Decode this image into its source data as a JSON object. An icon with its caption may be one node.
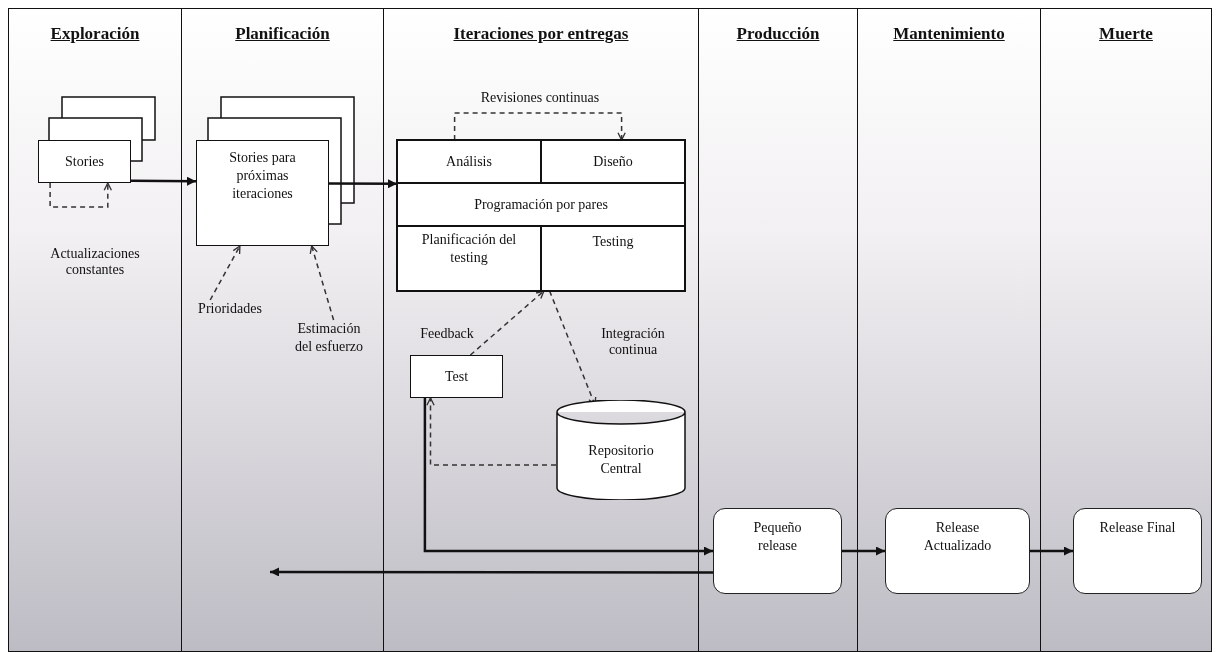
{
  "diagram": {
    "nodes": [
      {
        "text": [
          "Exploración"
        ]
      },
      {
        "text": [
          "Planificación"
        ]
      },
      {
        "text": [
          "Iteraciones por entregas"
        ]
      },
      {
        "text": [
          "Producción"
        ]
      },
      {
        "text": [
          "Mantenimiento"
        ]
      },
      {
        "text": [
          "Muerte"
        ]
      },
      {
        "text": [
          "Stories"
        ],
        "in": 0
      },
      {
        "text": [
          "Stories para próximas iteraciones"
        ],
        "in": 1
      },
      {
        "text": [
          "Prioridades"
        ],
        "in": 1
      },
      {
        "text": [
          "Estimación del esfuerzo"
        ],
        "in": 1
      },
      {
        "text": [],
        "shape": "box",
        "in": 2
      },
      {
        "text": [
          "Análisis"
        ],
        "in": 10
      },
      {
        "text": [
          "Diseño"
        ],
        "in": 10
      },
      {
        "text": [
          "Programación por pares"
        ],
        "in": 10
      },
      {
        "text": [
          "Planificación del testing"
        ],
        "in": 10
      },
      {
        "text": [
          "Testing"
        ],
        "in": 10
      },
      {
        "text": [
          "Test"
        ],
        "in": 2
      },
      {
        "text": [
          "Repositorio Central"
        ],
        "in": 2
      },
      {
        "text": [
          "Pequeño release"
        ],
        "in": 3
      },
      {
        "text": [
          "Release Actualizado"
        ],
        "in": 4
      },
      {
        "text": [
          "Release Final"
        ],
        "in": 5
      }
    ],
    "edges": [
      {
        "from": 6,
        "to": 6,
        "arrow": "to",
        "style": "dashed"
      },
      {
        "from": 6,
        "to": 7,
        "arrow": "to"
      },
      {
        "from": 8,
        "to": 7,
        "arrow": "to",
        "style": "dashed"
      },
      {
        "from": 9,
        "to": 7,
        "arrow": "to",
        "style": "dashed"
      },
      {
        "from": 7,
        "to": 10,
        "arrow": "to"
      },
      {
        "from": 11,
        "to": 12,
        "arrow": "to",
        "style": "dashed",
        "label": "Revisiones continuas"
      },
      {
        "from": 16,
        "to": 10,
        "arrow": "to",
        "style": "dashed",
        "label": "Feedback"
      },
      {
        "from": 10,
        "to": 17,
        "arrow": "to",
        "style": "dashed",
        "label": "Integración continua"
      },
      {
        "from": 17,
        "to": 16,
        "arrow": "to",
        "style": "dashed"
      },
      {
        "from": 16,
        "to": 18,
        "arrow": "to"
      },
      {
        "from": 18,
        "to": 19,
        "arrow": "to"
      },
      {
        "from": 19,
        "to": 20,
        "arrow": "to"
      },
      {
        "from": 18,
        "to": null,
        "arrow": "to"
      }
    ],
    "labels": [
      "Actualizaciones constantes"
    ]
  }
}
